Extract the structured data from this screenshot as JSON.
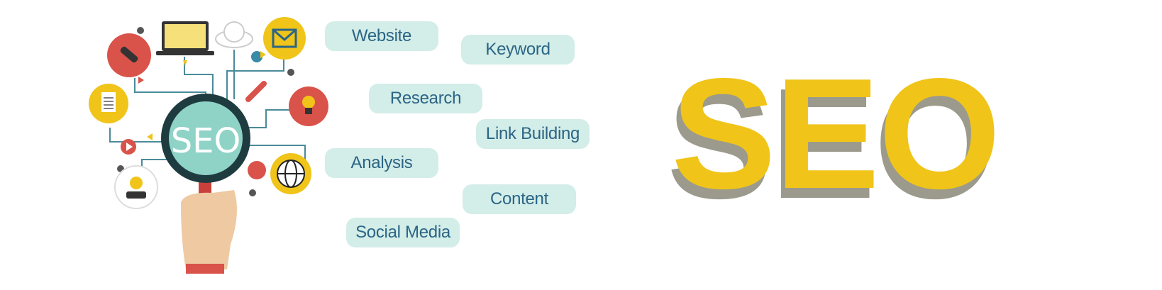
{
  "illustration": {
    "center_label": "SEO"
  },
  "tags": [
    "Website",
    "Keyword",
    "Research",
    "Link Building",
    "Analysis",
    "Content",
    "Social Media"
  ],
  "headline": "SEO",
  "colors": {
    "pill_bg": "#d3ede8",
    "pill_text": "#2b6585",
    "headline": "#f0c419",
    "headline_shadow": "#9b9a8c",
    "red": "#d9534a",
    "yellow": "#f0c419",
    "teal": "#8fd3c7",
    "dark": "#1e3b40"
  }
}
